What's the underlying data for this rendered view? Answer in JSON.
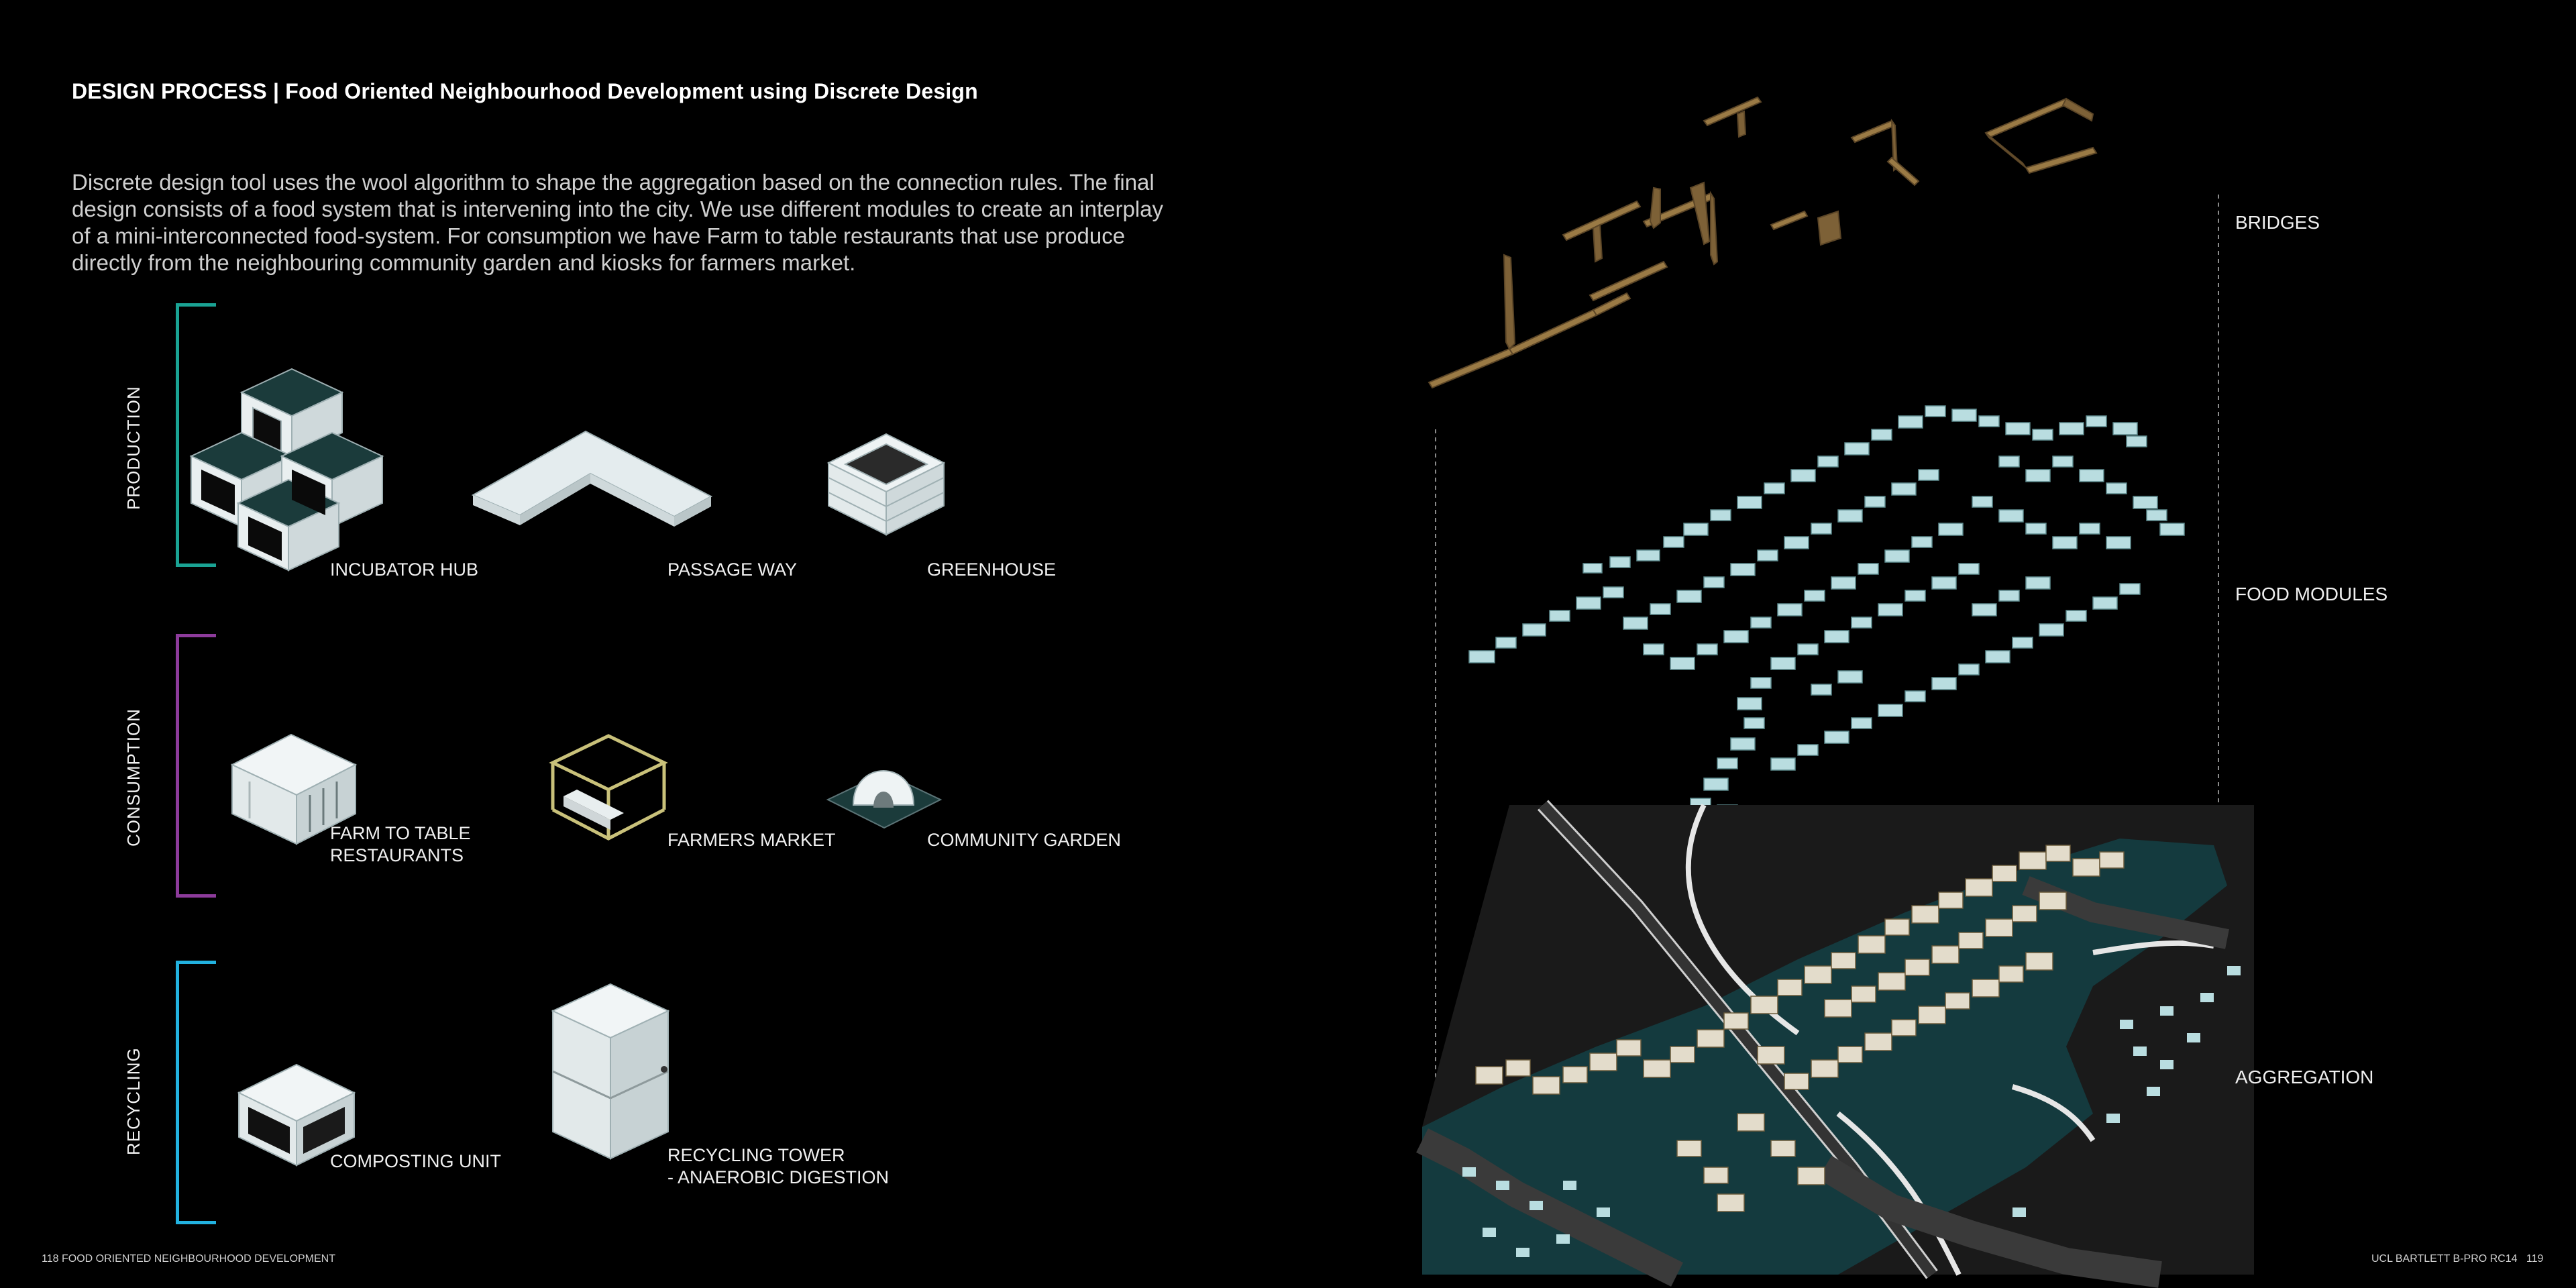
{
  "title": "DESIGN PROCESS | Food Oriented Neighbourhood Development using Discrete Design",
  "intro": [
    "Discrete design tool uses the wool algorithm to shape the aggregation based on the connection rules. The final",
    "design consists of a food system that is intervening into the city. We use different modules to create an interplay",
    "of a mini-interconnected food-system. For consumption we have Farm to table restaurants that use produce",
    "directly from the neighbouring community garden and kiosks for farmers market."
  ],
  "categories": {
    "production": {
      "label": "PRODUCTION",
      "color": "#1aa394"
    },
    "consumption": {
      "label": "CONSUMPTION",
      "color": "#8d3b9b"
    },
    "recycling": {
      "label": "RECYCLING",
      "color": "#22b2e0"
    }
  },
  "modules": {
    "incubator_hub": "INCUBATOR HUB",
    "passage_way": "PASSAGE WAY",
    "greenhouse": "GREENHOUSE",
    "farm_to_table_1": "FARM TO TABLE",
    "farm_to_table_2": "RESTAURANTS",
    "farmers_market": "FARMERS MARKET",
    "community_garden": "COMMUNITY GARDEN",
    "composting_unit": "COMPOSTING UNIT",
    "recycling_tower_1": "RECYCLING TOWER",
    "recycling_tower_2": "- ANAEROBIC DIGESTION"
  },
  "layers": {
    "bridges": "BRIDGES",
    "food_modules": "FOOD MODULES",
    "aggregation": "AGGREGATION"
  },
  "footer": {
    "left_page": "118",
    "left_text": "FOOD ORIENTED NEIGHBOURHOOD DEVELOPMENT",
    "right_text": "UCL BARTLETT B-PRO RC14",
    "right_page": "119"
  },
  "colors": {
    "background": "#000000",
    "module_white": "#dfe8ea",
    "module_teal": "#1a3a3c",
    "bridge_wood": "#9a7a45",
    "food_module_blue": "#b9dde0",
    "ground_teal": "#143a3e"
  }
}
